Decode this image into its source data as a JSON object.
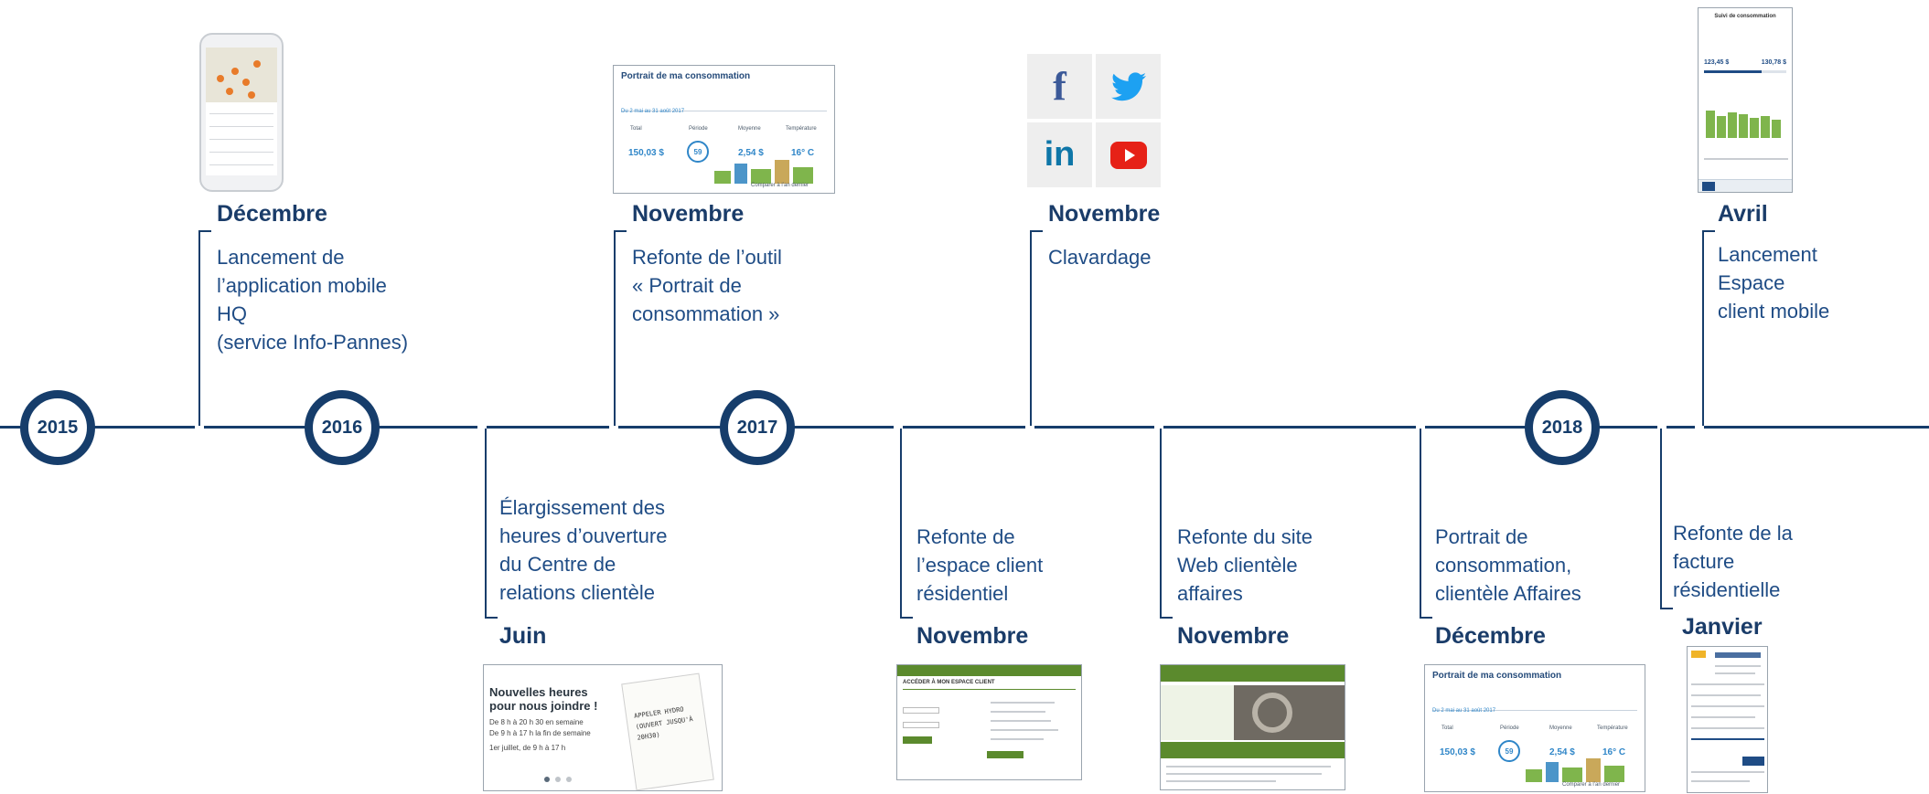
{
  "timeline": {
    "years": [
      "2015",
      "2016",
      "2017",
      "2018"
    ]
  },
  "events": [
    {
      "month": "Décembre",
      "lines": [
        "Lancement de",
        "l’application mobile",
        "HQ",
        "(service Info-Pannes)"
      ]
    },
    {
      "month": "Juin",
      "lines": [
        "Élargissement des",
        "heures d’ouverture",
        "du Centre de",
        "relations clientèle"
      ]
    },
    {
      "month": "Novembre",
      "lines": [
        "Refonte de l’outil",
        "« Portrait de",
        "consommation »"
      ]
    },
    {
      "month": "Novembre",
      "lines": [
        "Refonte de",
        "l’espace client",
        "résidentiel"
      ]
    },
    {
      "month": "Novembre",
      "lines": [
        "Clavardage"
      ]
    },
    {
      "month": "Novembre",
      "lines": [
        "Refonte du site",
        "Web clientèle",
        "affaires"
      ]
    },
    {
      "month": "Décembre",
      "lines": [
        "Portrait de",
        "consommation,",
        "clientèle Affaires"
      ]
    },
    {
      "month": "Janvier",
      "lines": [
        "Refonte de la",
        "facture",
        "résidentielle"
      ]
    },
    {
      "month": "Avril",
      "lines": [
        "Lancement",
        "Espace",
        "client mobile"
      ]
    }
  ],
  "thumbnails": {
    "portrait": {
      "title": "Portrait de ma consommation",
      "period": "Du 2 mai au 31 août 2017",
      "metrics": [
        "Total",
        "Période",
        "Moyenne",
        "Température"
      ],
      "values": [
        "150,03 $",
        "59",
        "2,54 $",
        "16° C"
      ],
      "footer": "Comparer à l’an dernier"
    },
    "hours": {
      "title": "Nouvelles heures pour nous joindre !",
      "line1": "De 8 h à 20 h 30 en semaine",
      "line2": "De 9 h à 17 h la fin de semaine",
      "line3": "1er juillet, de 9 h à 17 h",
      "note": "APPELER HYDRO (OUVERT JUSQU'À 20H30)"
    },
    "espace": {
      "title": "ACCÉDER À MON ESPACE CLIENT"
    },
    "social": {
      "facebook": "f",
      "linkedin": "in"
    },
    "mobile": {
      "title": "Suivi de consommation",
      "a": "123,45 $",
      "b": "130,78 $"
    }
  },
  "colors": {
    "navy": "#163d6b",
    "text": "#1f4c85",
    "green": "#5b8a2d",
    "accent": "#2f86c8"
  }
}
